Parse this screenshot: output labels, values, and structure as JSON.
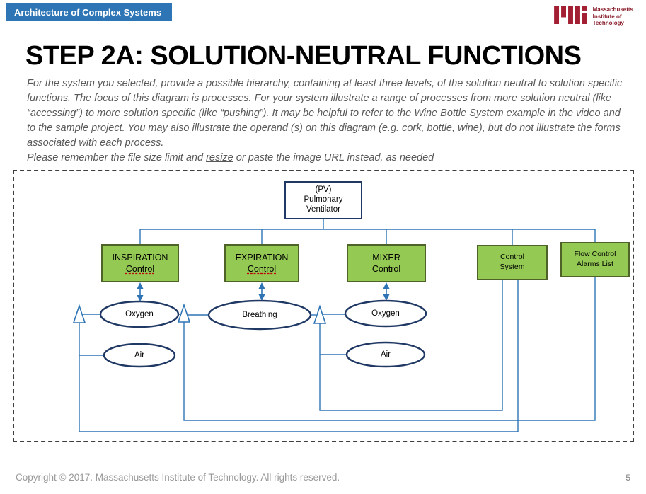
{
  "banner": {
    "title": "Architecture of Complex Systems"
  },
  "logo": {
    "line1": "Massachusetts",
    "line2": "Institute of",
    "line3": "Technology"
  },
  "title": "STEP 2A: SOLUTION-NEUTRAL FUNCTIONS",
  "instructions": {
    "body": "For the system you selected, provide a possible hierarchy, containing at least three levels, of the solution neutral to solution specific functions. The focus of this diagram is processes. For your system illustrate a range of processes from more solution neutral (like “accessing”) to more solution specific (like “pushing”). It may be helpful to refer to the Wine Bottle System example in the video and to the sample project. You may also illustrate the operand (s) on this diagram (e.g. cork, bottle, wine), but do not illustrate the forms associated with each process.",
    "note_pre": "Please remember the file size limit and ",
    "note_link": "resize",
    "note_post": " or paste the image URL instead, as needed"
  },
  "diagram": {
    "root": {
      "line1": "(PV)",
      "line2": "Pulmonary",
      "line3": "Ventilator"
    },
    "boxes": [
      {
        "line1": "INSPIRATION",
        "line2": "Control"
      },
      {
        "line1": "EXPIRATION",
        "line2": "Control"
      },
      {
        "line1": "MIXER",
        "line2": "Control"
      },
      {
        "line1": "Control",
        "line2": "System"
      },
      {
        "line1": "Flow Control",
        "line2": "Alarms List"
      }
    ],
    "operands": [
      "Oxygen",
      "Air",
      "Breathing",
      "Oxygen",
      "Air"
    ]
  },
  "footer": {
    "copyright": "Copyright © 2017. Massachusetts Institute of Technology. All rights reserved.",
    "page": "5"
  },
  "colors": {
    "banner_blue": "#2E75B6",
    "wire_blue": "#2E74B5",
    "node_navy": "#1F3864",
    "node_green": "#94C954",
    "mit_red": "#A31F34",
    "spellcheck_red": "#C00000"
  }
}
